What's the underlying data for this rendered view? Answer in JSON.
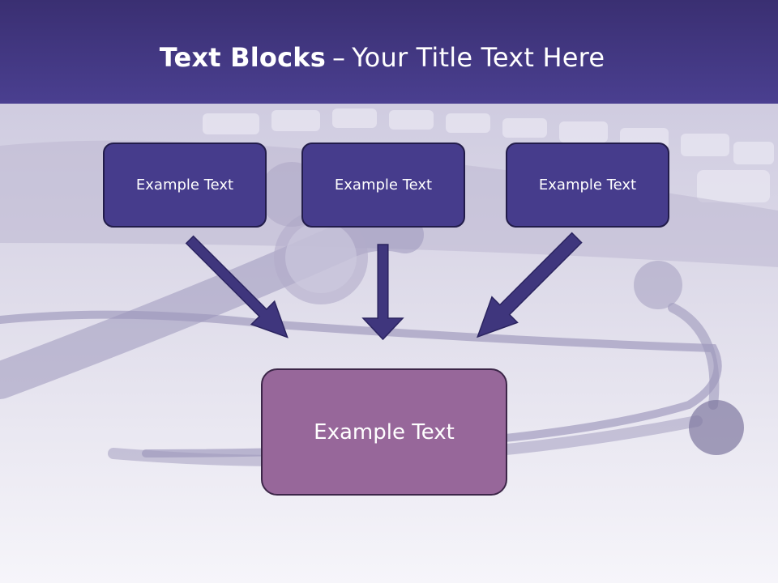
{
  "title": {
    "bold": "Text Blocks",
    "dash": "–",
    "rest": "Your Title Text Here"
  },
  "blocks": [
    {
      "text": "Example Text"
    },
    {
      "text": "Example Text"
    },
    {
      "text": "Example Text"
    }
  ],
  "result": {
    "text": "Example Text"
  },
  "colors": {
    "header": "#3a2f72",
    "box_fill": "#463c8c",
    "arrow": "#3f367d",
    "result_fill": "#97679a"
  }
}
